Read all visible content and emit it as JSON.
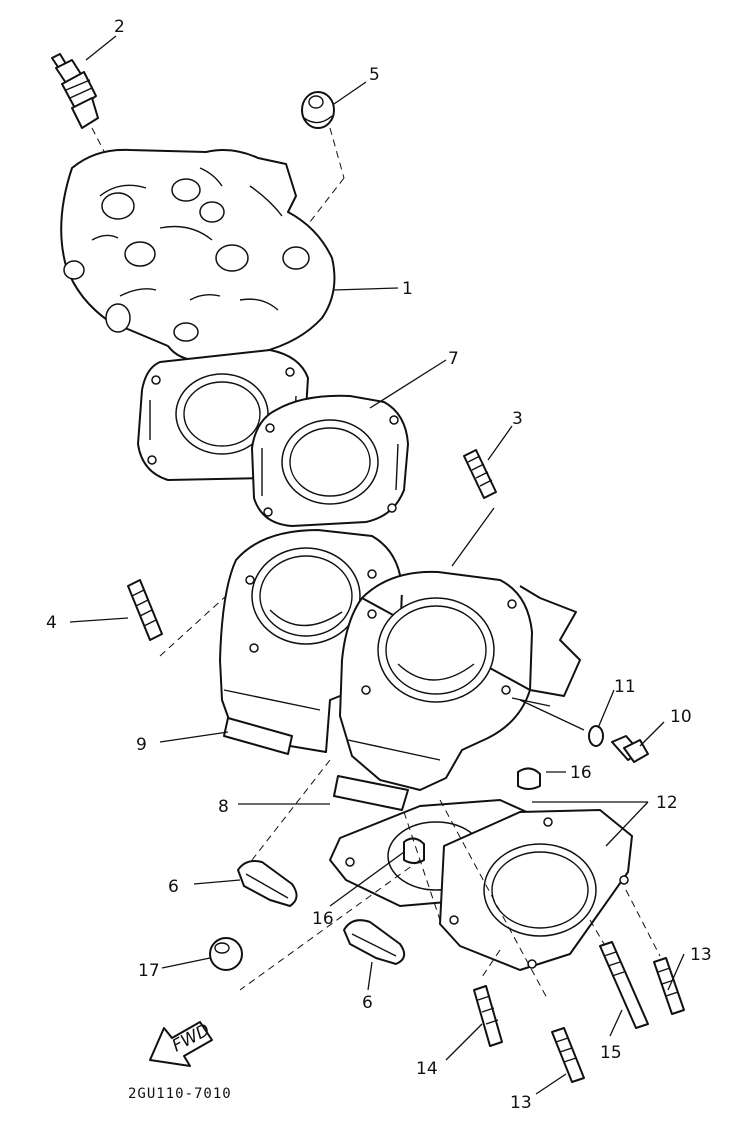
{
  "diagram": {
    "callouts": {
      "p1": "1",
      "p2": "2",
      "p3": "3",
      "p4": "4",
      "p5": "5",
      "p6a": "6",
      "p6b": "6",
      "p7": "7",
      "p8": "8",
      "p9": "9",
      "p10": "10",
      "p11": "11",
      "p12": "12",
      "p13a": "13",
      "p13b": "13",
      "p14": "14",
      "p15": "15",
      "p16a": "16",
      "p16b": "16",
      "p17": "17"
    },
    "fwd_label": "FWD",
    "drawing_code": "2GU110-7010"
  }
}
